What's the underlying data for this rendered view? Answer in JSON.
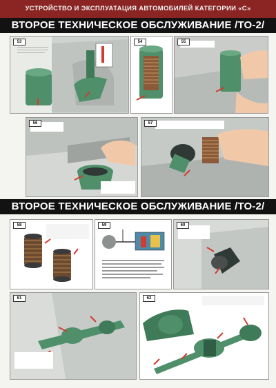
{
  "header": {
    "title": "УСТРОЙСТВО И ЭКСПЛУАТАЦИЯ АВТОМОБИЛЕЙ КАТЕГОРИИ «С»"
  },
  "sections": [
    {
      "title": "ВТОРОЕ ТЕХНИЧЕСКОЕ ОБСЛУЖИВАНИЕ /ТО-2/"
    },
    {
      "title": "ВТОРОЕ ТЕХНИЧЕСКОЕ ОБСЛУЖИВАНИЕ /ТО-2/"
    }
  ],
  "panels": [
    {
      "number": "53"
    },
    {
      "number": "54"
    },
    {
      "number": "55"
    },
    {
      "number": "56"
    },
    {
      "number": "57"
    },
    {
      "number": "58"
    },
    {
      "number": "59"
    },
    {
      "number": "60"
    },
    {
      "number": "61"
    },
    {
      "number": "62"
    }
  ],
  "colors": {
    "top_bar": "#8a2523",
    "section_bar": "#121212",
    "part_green": "#4f8f6a",
    "part_dark": "#2f3a36",
    "pointer_red": "#d33b2e"
  }
}
